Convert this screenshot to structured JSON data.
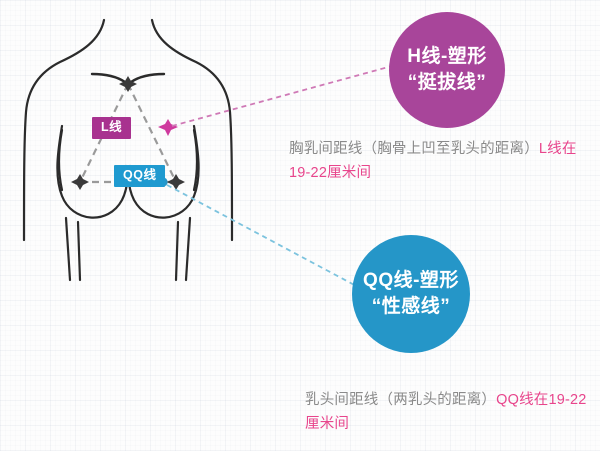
{
  "diagram": {
    "title_text": "female torso breast measurement diagram",
    "figure_name": "female-torso-outline"
  },
  "labels": {
    "l_line_badge": "L线",
    "qq_line_badge": "QQ线"
  },
  "bubbles": {
    "h": {
      "line1": "H线-塑形",
      "line2": "“挺拔线”",
      "color": "#a8459a"
    },
    "qq": {
      "line1": "QQ线-塑形",
      "line2": "“性感线”",
      "color": "#2596c8"
    }
  },
  "captions": {
    "l": {
      "gray": "胸乳间距线（胸骨上凹至乳头的距离）",
      "pink": "L线在19-22厘米间"
    },
    "qq": {
      "gray": "乳头间距线（两乳头的距离）",
      "pink": "QQ线在19-22厘米间"
    },
    "pink_color": "#e8458c",
    "gray_color": "#8a8a8a"
  },
  "chart_data": {
    "type": "diagram",
    "measurements": [
      {
        "name": "L线",
        "full_name": "胸乳间距线",
        "definition": "胸骨上凹至乳头的距离",
        "range_min": 19,
        "range_max": 22,
        "unit": "厘米",
        "nickname": "挺拔线",
        "shaping_label": "H线-塑形",
        "color": "#a8459a"
      },
      {
        "name": "QQ线",
        "full_name": "乳头间距线",
        "definition": "两乳头的距离",
        "range_min": 19,
        "range_max": 22,
        "unit": "厘米",
        "nickname": "性感线",
        "shaping_label": "QQ线-塑形",
        "color": "#2596c8"
      }
    ]
  }
}
